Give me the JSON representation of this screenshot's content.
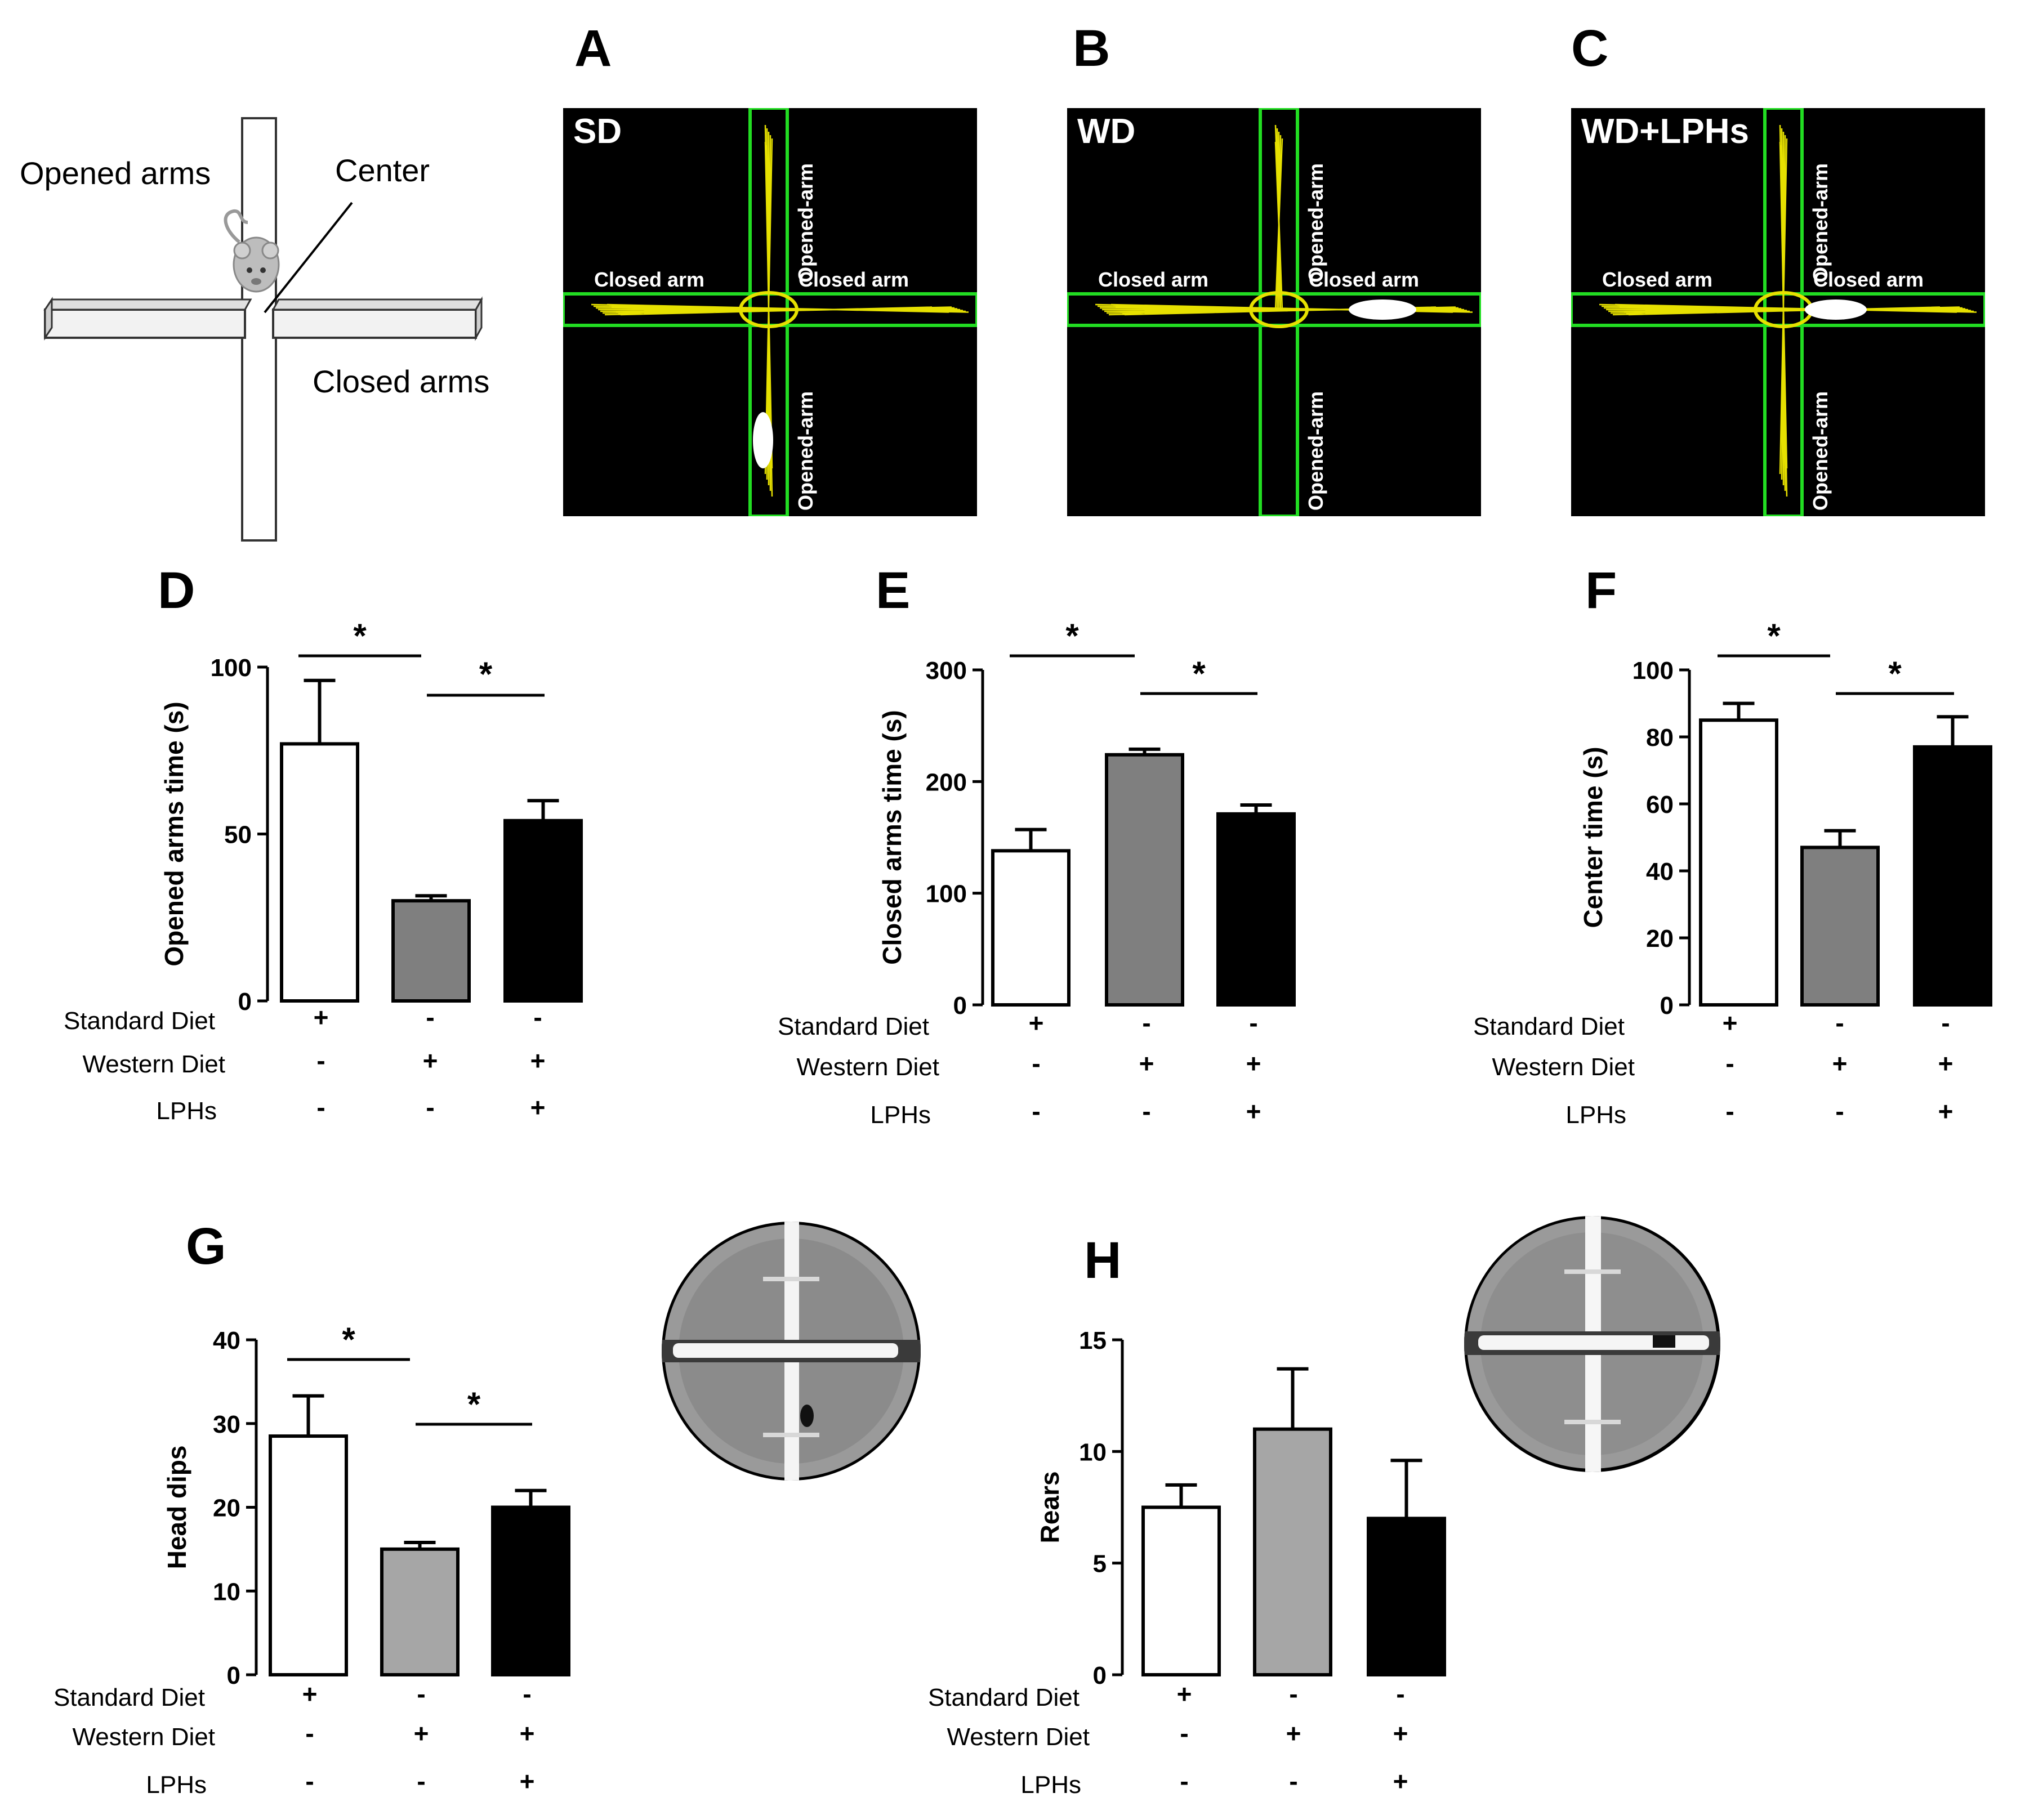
{
  "schematic": {
    "opened_label": "Opened arms",
    "center_label": "Center",
    "closed_label": "Closed arms"
  },
  "tracking": [
    {
      "letter": "A",
      "condition": "SD",
      "closed_left": "Closed arm",
      "closed_right": "Closed arm",
      "opened_top": "Opened-arm",
      "opened_bottom": "Opened-arm"
    },
    {
      "letter": "B",
      "condition": "WD",
      "closed_left": "Closed arm",
      "closed_right": "Closed arm",
      "opened_top": "Opened-arm",
      "opened_bottom": "Opened-arm"
    },
    {
      "letter": "C",
      "condition": "WD+LPHs",
      "closed_left": "Closed arm",
      "closed_right": "Closed arm",
      "opened_top": "Opened-arm",
      "opened_bottom": "Opened-arm"
    }
  ],
  "factors": {
    "labels": [
      "Standard Diet",
      "Western Diet",
      "LPHs"
    ],
    "signs": [
      [
        "+",
        "-",
        "-"
      ],
      [
        "-",
        "+",
        "+"
      ],
      [
        "-",
        "-",
        "+"
      ]
    ]
  },
  "colors": {
    "bar_fills": [
      "#ffffff",
      "#7f7f7f",
      "#000000"
    ],
    "bar_fills_light": [
      "#ffffff",
      "#a6a6a6",
      "#000000"
    ],
    "track_border": "#22dd22",
    "track_path": "#e6e000"
  },
  "chart_data": [
    {
      "letter": "D",
      "type": "bar",
      "ylabel": "Opened arms time (s)",
      "ylim": [
        0,
        100
      ],
      "ticks": [
        0,
        50,
        100
      ],
      "values": [
        77,
        30,
        54
      ],
      "errors": [
        19,
        1.5,
        6
      ],
      "significance": [
        "*",
        "*"
      ],
      "fill_set": "bar_fills"
    },
    {
      "letter": "E",
      "type": "bar",
      "ylabel": "Closed arms time (s)",
      "ylim": [
        0,
        300
      ],
      "ticks": [
        0,
        100,
        200,
        300
      ],
      "values": [
        138,
        224,
        171
      ],
      "errors": [
        19,
        5,
        8
      ],
      "significance": [
        "*",
        "*"
      ],
      "fill_set": "bar_fills"
    },
    {
      "letter": "F",
      "type": "bar",
      "ylabel": "Center time (s)",
      "ylim": [
        0,
        100
      ],
      "ticks": [
        0,
        20,
        40,
        60,
        80,
        100
      ],
      "values": [
        85,
        47,
        77
      ],
      "errors": [
        5,
        5,
        9
      ],
      "significance": [
        "*",
        "*"
      ],
      "fill_set": "bar_fills"
    },
    {
      "letter": "G",
      "type": "bar",
      "ylabel": "Head dips",
      "ylim": [
        0,
        40
      ],
      "ticks": [
        0,
        10,
        20,
        30,
        40
      ],
      "values": [
        28.5,
        15,
        20
      ],
      "errors": [
        4.8,
        0.8,
        2
      ],
      "significance": [
        "*",
        "*"
      ],
      "fill_set": "bar_fills_light"
    },
    {
      "letter": "H",
      "type": "bar",
      "ylabel": "Rears",
      "ylim": [
        0,
        15
      ],
      "ticks": [
        0,
        5,
        10,
        15
      ],
      "values": [
        7.5,
        11,
        7
      ],
      "errors": [
        1,
        2.7,
        2.6
      ],
      "significance": [],
      "fill_set": "bar_fills_light"
    }
  ]
}
